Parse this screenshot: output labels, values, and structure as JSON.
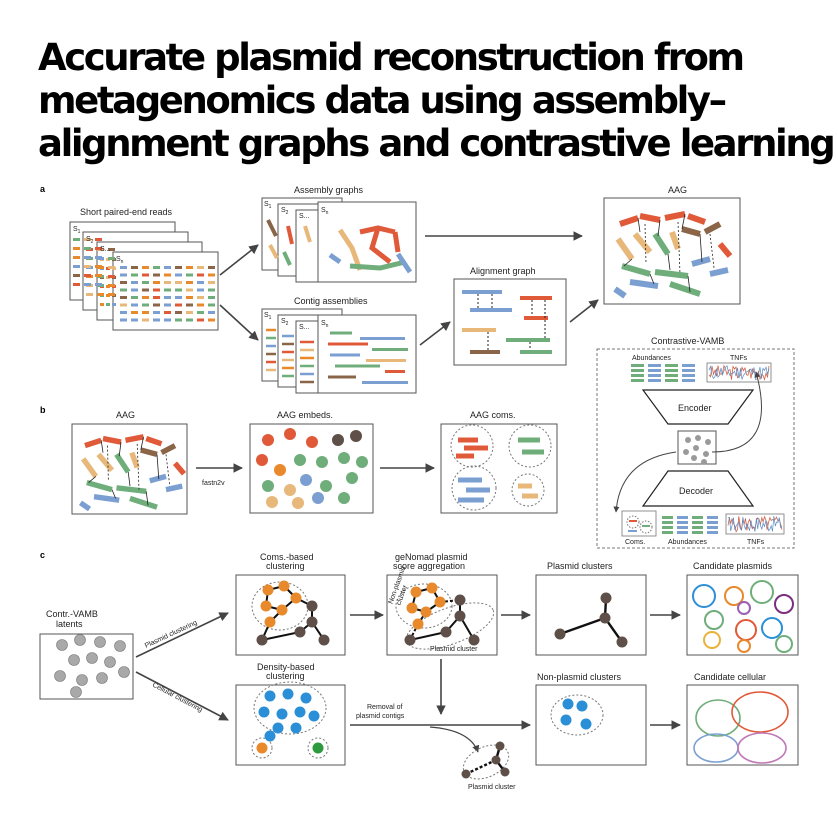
{
  "title": {
    "line1": "Accurate plasmid reconstruction from",
    "line2": "metagenomics data using assembly–",
    "line3": "alignment graphs and contrastive learning"
  },
  "panel_a": {
    "letter": "a",
    "reads_label": "Short paired-end reads",
    "sample_1": "S",
    "sample_2": "S",
    "sample_dots": "S...",
    "sample_n": "S",
    "sub_1": "1",
    "sub_2": "2",
    "sub_n": "n",
    "assembly_graphs_label": "Assembly graphs",
    "contig_assemblies_label": "Contig assemblies",
    "alignment_graph_label": "Alignment graph",
    "aag_label": "AAG"
  },
  "panel_b": {
    "letter": "b",
    "aag_label": "AAG",
    "fastn2v_label": "fastn2v",
    "embeds_label": "AAG embeds.",
    "coms_label": "AAG coms."
  },
  "contrastive": {
    "title": "Contrastive-VAMB",
    "abundances": "Abundances",
    "tnfs": "TNFs",
    "encoder": "Encoder",
    "decoder": "Decoder",
    "coms": "Coms.",
    "abundances_out": "Abundances",
    "tnfs_out": "TNFs"
  },
  "panel_c": {
    "letter": "c",
    "latents_label_1": "Contr.-VAMB",
    "latents_label_2": "latents",
    "plasmid_clustering": "Plasmid clustering",
    "cellular_clustering": "Cellular clustering",
    "coms_clustering_1": "Coms.-based",
    "coms_clustering_2": "clustering",
    "genomad_1": "geNomad plasmid",
    "genomad_2": "score aggregation",
    "non_plasmid_cluster_1": "Non-plasmid",
    "non_plasmid_cluster_2": "cluster",
    "plasmid_cluster": "Plasmid cluster",
    "plasmid_clusters": "Plasmid clusters",
    "candidate_plasmids": "Candidate plasmids",
    "density_clustering_1": "Density-based",
    "density_clustering_2": "clustering",
    "removal_1": "Removal of",
    "removal_2": "plasmid contigs",
    "plasmid_cluster_bottom": "Plasmid cluster",
    "non_plasmid_clusters": "Non-plasmid clusters",
    "candidate_cellular": "Candidate cellular"
  },
  "colors": {
    "orange": "#e8892b",
    "red": "#e05a3a",
    "green": "#6fae7a",
    "blue": "#7b9fd0",
    "tan": "#e7b87a",
    "brown": "#8a6548",
    "dark_node": "#5e5048",
    "gray_node": "#a9a9a9",
    "cyan_node": "#2a8fd6",
    "green_node": "#2e9a3e"
  }
}
